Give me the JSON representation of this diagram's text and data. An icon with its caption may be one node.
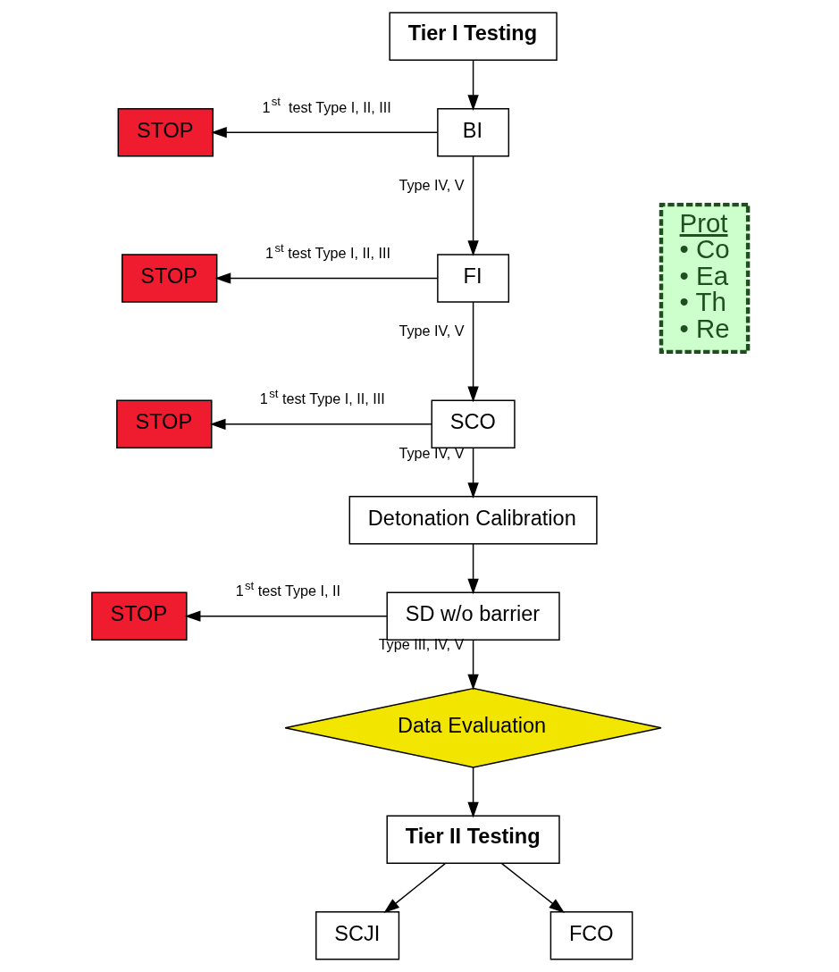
{
  "diagram": {
    "nodes": [
      {
        "text": [
          "Tier I Testing"
        ]
      },
      {
        "text": [
          "BI"
        ]
      },
      {
        "text": [
          "STOP"
        ]
      },
      {
        "text": [
          "FI"
        ]
      },
      {
        "text": [
          "STOP"
        ]
      },
      {
        "text": [
          "SCO"
        ]
      },
      {
        "text": [
          "STOP"
        ]
      },
      {
        "text": [
          "Detonation Calibration"
        ]
      },
      {
        "text": [
          "SD w/o barrier"
        ]
      },
      {
        "text": [
          "STOP"
        ]
      },
      {
        "text": [
          "Data Evaluation"
        ]
      },
      {
        "text": [
          "Tier II Testing"
        ]
      },
      {
        "text": [
          "SCJI"
        ]
      },
      {
        "text": [
          "FCO"
        ]
      },
      {
        "text": [
          "Prot",
          "• Co",
          "• Ea",
          "• Th",
          "• Re"
        ]
      }
    ],
    "edges": [
      {
        "from": 0,
        "to": 1,
        "arrow": "to"
      },
      {
        "from": 1,
        "to": 2,
        "arrow": "to",
        "label": "1$^{st}$  test Type I, II, III"
      },
      {
        "from": 1,
        "to": 3,
        "arrow": "to",
        "label": "Type IV, V"
      },
      {
        "from": 3,
        "to": 4,
        "arrow": "to",
        "label": "1$^{st}$ test Type I, II, III"
      },
      {
        "from": 3,
        "to": 5,
        "arrow": "to",
        "label": "Type IV, V"
      },
      {
        "from": 5,
        "to": 6,
        "arrow": "to",
        "label": "1$^{st}$ test Type I, II, III"
      },
      {
        "from": 5,
        "to": 7,
        "arrow": "to",
        "label": "Type IV, V"
      },
      {
        "from": 7,
        "to": 8,
        "arrow": "to"
      },
      {
        "from": 8,
        "to": 9,
        "arrow": "to",
        "label": "1$^{st}$ test Type I, II"
      },
      {
        "from": 8,
        "to": 10,
        "arrow": "to",
        "label": "Type III, IV, V"
      },
      {
        "from": 10,
        "to": 11,
        "arrow": "to"
      },
      {
        "from": 11,
        "to": 12,
        "arrow": "to"
      },
      {
        "from": 11,
        "to": 13,
        "arrow": "to"
      }
    ]
  }
}
